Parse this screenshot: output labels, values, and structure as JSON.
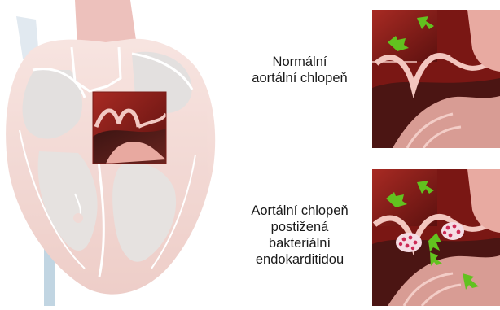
{
  "labels": {
    "normal_valve": [
      "Normální",
      "aortální chlopeň"
    ],
    "affected_valve": [
      "Aortální chlopeň",
      "postižená",
      "bakteriální",
      "endokarditidou"
    ]
  },
  "colors": {
    "myocardium": "#e9b7ac",
    "chamber_fill": "#cfc9c7",
    "blood_dark": "#6d1613",
    "valve_pink": "#f0c3be",
    "arrow_green": "#62c21f",
    "vegetation_red": "#cc2a56",
    "vein_blue": "#8fb3cc"
  },
  "icons": [
    "flow-arrow-icon",
    "vegetation-icon"
  ]
}
